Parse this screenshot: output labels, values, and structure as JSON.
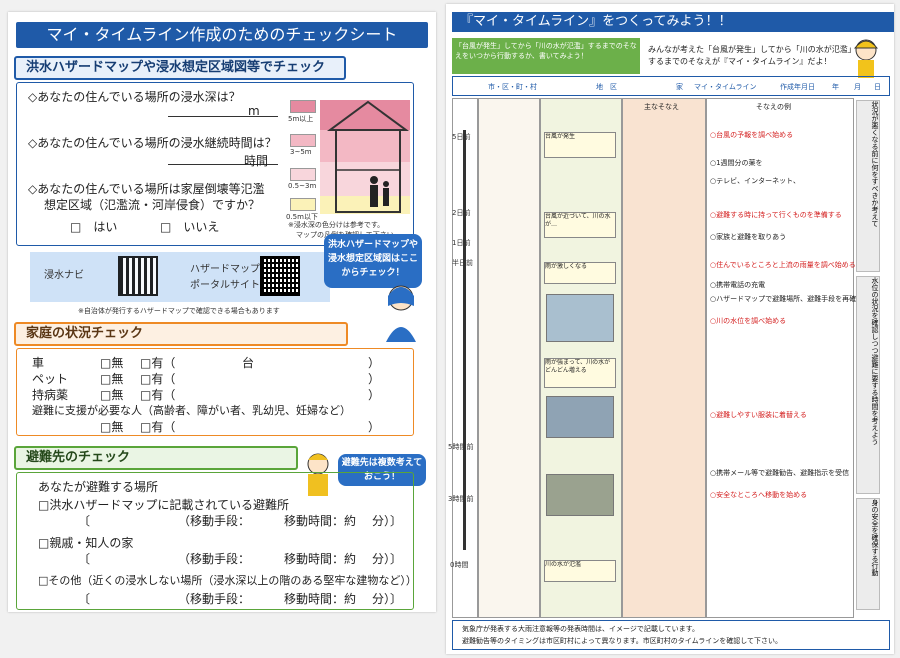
{
  "left": {
    "title": "マイ・タイムライン作成のためのチェックシート",
    "section1": {
      "heading": "洪水ハザードマップや浸水想定区域図等でチェック",
      "q1": "◇あなたの住んでいる場所の浸水深は？",
      "q1_unit": "m",
      "q2": "◇あなたの住んでいる場所の浸水継続時間は？",
      "q2_unit": "時間",
      "q3_line1": "◇あなたの住んでいる場所は家屋倒壊等氾濫",
      "q3_line2": "想定区域（氾濫流・河岸侵食）ですか？",
      "opt_yes": "□　はい",
      "opt_no": "□　いいえ",
      "legend": [
        "5m以上",
        "3~5m",
        "0.5~3m",
        "0.5m以下"
      ],
      "legend_colors": [
        "#e58aa0",
        "#f3b8c4",
        "#f8d6dc",
        "#fbf2b8"
      ],
      "note1": "※浸水深の色分けは参考です。",
      "note2": "マップの凡例を確認して下さい。"
    },
    "links": {
      "navi": "浸水ナビ",
      "portal_1": "ハザードマップ",
      "portal_2": "ポータルサイト",
      "bubble": "洪水ハザードマップや浸水想定区域図はここからチェック！",
      "note": "※自治体が発行するハザードマップで確認できる場合もあります"
    },
    "section2": {
      "heading": "家庭の状況チェック",
      "rows": [
        {
          "label": "車",
          "none": "□無",
          "has": "□有（",
          "extra": "台",
          "close": "）"
        },
        {
          "label": "ペット",
          "none": "□無",
          "has": "□有（",
          "extra": "",
          "close": "）"
        },
        {
          "label": "持病薬",
          "none": "□無",
          "has": "□有（",
          "extra": "",
          "close": "）"
        }
      ],
      "support": "避難に支援が必要な人（高齢者、障がい者、乳幼児、妊婦など）",
      "support_none": "□無",
      "support_has": "□有（",
      "support_close": "）"
    },
    "section3": {
      "heading": "避難先のチェック",
      "bubble": "避難先は複数考えておこう！",
      "intro": "あなたが避難する場所",
      "items": [
        "□洪水ハザードマップに記載されている避難所",
        "□親戚・知人の家",
        "□その他（近くの浸水しない場所（浸水深以上の階のある堅牢な建物など））"
      ],
      "open": "〔",
      "transport": "（移動手段：",
      "time": "移動時間：約",
      "minutes": "分）〕"
    }
  },
  "right": {
    "title": "『マイ・タイムライン』をつくってみよう！！",
    "green_box": "「台風が発生」してから「川の水が氾濫」するまでのそなえをいつから行動するか、書いてみよう！",
    "intro_line1": "みんなが考えた「台風が発生」してから「川の水が氾濫」",
    "intro_line2": "するまでのそなえが『マイ・タイムライン』だよ！",
    "header_row": [
      "市・区・町・村",
      "地　区",
      "家",
      "マイ・タイムライン",
      "作成年月日",
      "年",
      "月",
      "日"
    ],
    "col_titles": [
      "主なそなえ",
      "そなえの例"
    ],
    "timeline_marks": [
      "5日前",
      "2日前",
      "1日前",
      "半日前",
      "5時間前",
      "3時間前",
      "0時間"
    ],
    "left_cards": [
      "台風が発生",
      "台風が近づいて、川の水が…",
      "雨が激しくなる",
      "雨が強まって、川の水がどんどん増える",
      "川の水が氾濫"
    ],
    "examples": [
      "○台風の予報を調べ始める",
      "○1週間分の薬を",
      "○テレビ、インターネット、",
      "○避難する時に持って行くものを準備する",
      "○家族と避難を取りあう",
      "○住んでいるところと上流の雨量を調べ始める",
      "○携帯電話の充電",
      "○ハザードマップで避難場所、避難手段を再確認",
      "○川の水位を調べ始める",
      "○避難しやすい服装に着替える",
      "○携帯メール等で避難勧告、避難指示を受信",
      "○安全なところへ移動を始める"
    ],
    "side_labels": [
      "状況が悪くなる前に何をすべきか考えて",
      "水位の状況を確認しつつ避難に要する時間を考えよう",
      "身の安全を確保する行動"
    ],
    "footer_line1": "気象庁が発表する大雨注意報等の発表時間は、イメージで記載しています。",
    "footer_line2": "避難勧告等のタイミングは市区町村によって異なります。市区町村のタイムラインを確認して下さい。"
  }
}
